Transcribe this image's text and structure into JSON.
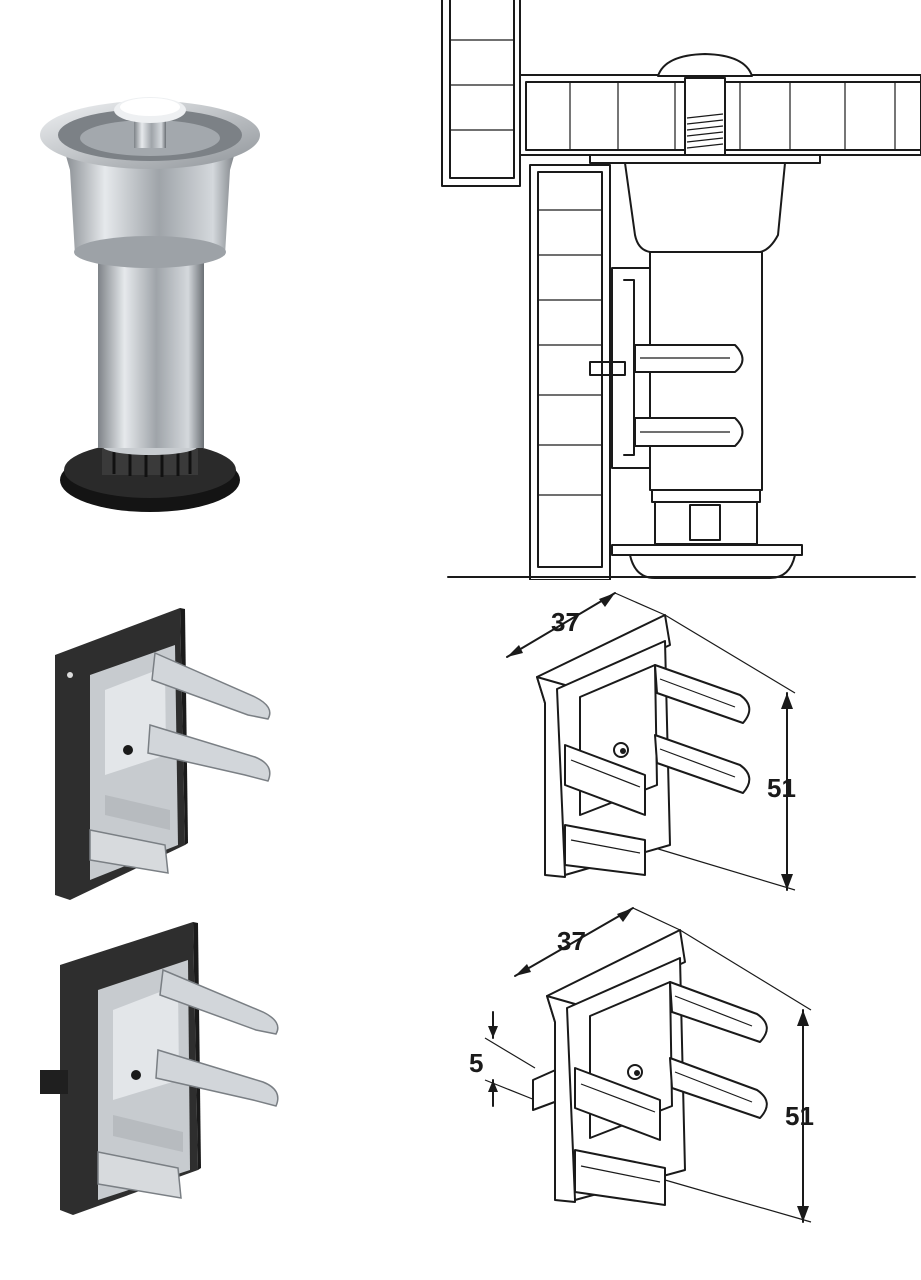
{
  "colors": {
    "line": "#1a1a1a",
    "metal_light": "#d9dde1",
    "metal_mid": "#a9aeb3",
    "metal_dark": "#6e7378",
    "plastic_black": "#1c1c1c",
    "plastic_dark_gray": "#3a3a3a"
  },
  "icons": {
    "leg_photo": "adjustable-cabinet-leg-photo",
    "clip_photo_a": "plinth-clip-photo",
    "clip_photo_b": "plinth-clip-with-spacer-photo",
    "section_drawing": "cabinet-leg-section-drawing",
    "clip_drawing_a": "plinth-clip-dimension-drawing",
    "clip_drawing_b": "plinth-clip-spacer-dimension-drawing"
  },
  "dimensions": {
    "clip_a": {
      "width": "37",
      "height": "51"
    },
    "clip_b": {
      "width": "37",
      "height": "51",
      "offset": "5"
    }
  }
}
